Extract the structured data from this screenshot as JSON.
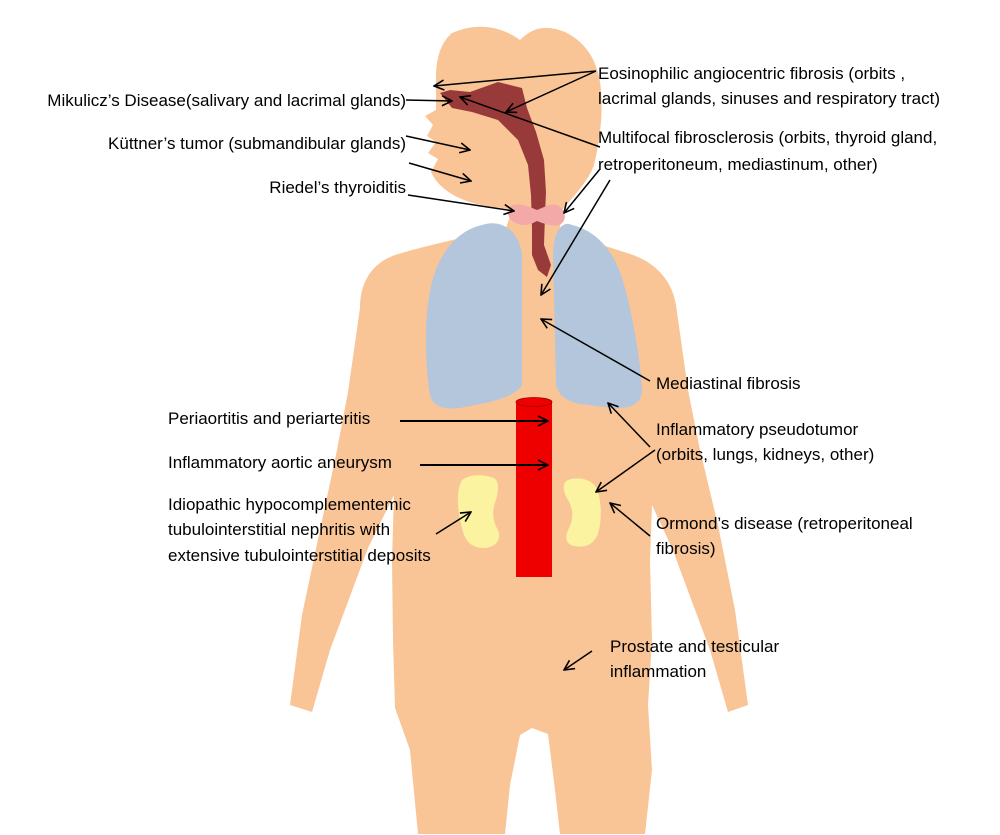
{
  "colors": {
    "skin": "#f9c596",
    "lung": "#b4c6dc",
    "airway": "#983a3a",
    "thyroid": "#f3a9a8",
    "aorta": "#ef0000",
    "kidney": "#fbf39f",
    "arrow": "#000000"
  },
  "labels": {
    "mikulicz": "Mikulicz’s Disease(salivary and lacrimal glands)",
    "kuttner": "Küttner’s tumor (submandibular glands)",
    "riedel": "Riedel’s thyroiditis",
    "eosinophilic_1": "Eosinophilic angiocentric fibrosis (orbits ,",
    "eosinophilic_2": "lacrimal glands, sinuses and respiratory tract)",
    "multifocal_1": "Multifocal fibrosclerosis (orbits, thyroid gland,",
    "multifocal_2": "retroperitoneum, mediastinum, other)",
    "mediastinal": "Mediastinal fibrosis",
    "pseudotumor_1": "Inflammatory pseudotumor",
    "pseudotumor_2": "(orbits, lungs, kidneys, other)",
    "periaortitis": "Periaortitis and periarteritis",
    "aneurysm": "Inflammatory aortic aneurysm",
    "nephritis_1": "Idiopathic hypocomplementemic",
    "nephritis_2": "tubulointerstitial nephritis with",
    "nephritis_3": "extensive tubulointerstitial deposits",
    "ormond_1": "Ormond’s disease (retroperitoneal",
    "ormond_2": "fibrosis)",
    "prostate_1": "Prostate and testicular",
    "prostate_2": "inflammation"
  }
}
